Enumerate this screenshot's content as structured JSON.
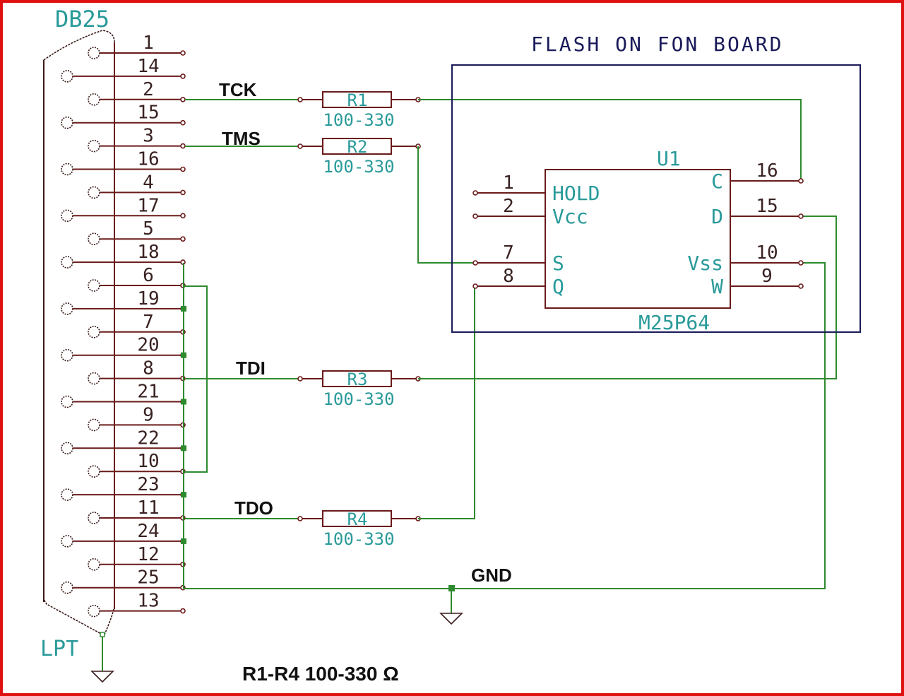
{
  "connector": {
    "title": "DB25",
    "subtitle": "LPT",
    "pins": [
      {
        "num": "1"
      },
      {
        "num": "14"
      },
      {
        "num": "2"
      },
      {
        "num": "15"
      },
      {
        "num": "3"
      },
      {
        "num": "16"
      },
      {
        "num": "4"
      },
      {
        "num": "17"
      },
      {
        "num": "5"
      },
      {
        "num": "18"
      },
      {
        "num": "6"
      },
      {
        "num": "19"
      },
      {
        "num": "7"
      },
      {
        "num": "20"
      },
      {
        "num": "8"
      },
      {
        "num": "21"
      },
      {
        "num": "9"
      },
      {
        "num": "22"
      },
      {
        "num": "10"
      },
      {
        "num": "23"
      },
      {
        "num": "11"
      },
      {
        "num": "24"
      },
      {
        "num": "12"
      },
      {
        "num": "25"
      },
      {
        "num": "13"
      }
    ]
  },
  "signals": {
    "tck": "TCK",
    "tms": "TMS",
    "tdi": "TDI",
    "tdo": "TDO",
    "gnd": "GND"
  },
  "resistors": [
    {
      "ref": "R1",
      "value": "100-330"
    },
    {
      "ref": "R2",
      "value": "100-330"
    },
    {
      "ref": "R3",
      "value": "100-330"
    },
    {
      "ref": "R4",
      "value": "100-330"
    }
  ],
  "board": {
    "title": "FLASH ON FON BOARD"
  },
  "chip": {
    "ref": "U1",
    "part": "M25P64",
    "left_pins": [
      {
        "num": "1",
        "name": "HOLD"
      },
      {
        "num": "2",
        "name": "Vcc"
      },
      {
        "num": "7",
        "name": "S"
      },
      {
        "num": "8",
        "name": "Q"
      }
    ],
    "right_pins": [
      {
        "num": "16",
        "name": "C"
      },
      {
        "num": "15",
        "name": "D"
      },
      {
        "num": "10",
        "name": "Vss"
      },
      {
        "num": "9",
        "name": "W"
      }
    ]
  },
  "note": "R1-R4 100-330 Ω",
  "colors": {
    "frame": "#e01010",
    "wire_green": "#2e8a2e",
    "wire_brown": "#6a1a1a",
    "label_cyan": "#2a9a9a",
    "board_navy": "#1a1a5a"
  }
}
